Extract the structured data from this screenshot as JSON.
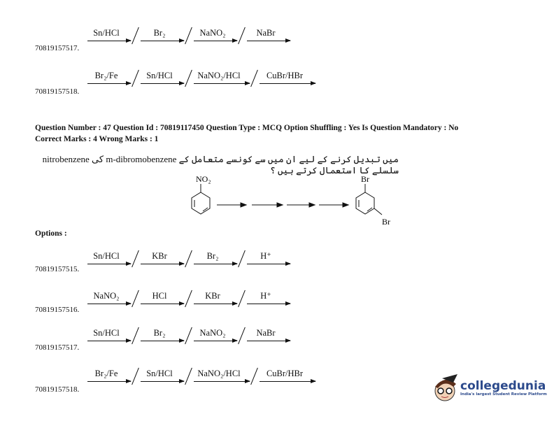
{
  "prev_options": [
    {
      "id": "70819157517.",
      "steps": [
        "Sn/HCl",
        "Br₂",
        "NaNO₂",
        "NaBr"
      ]
    },
    {
      "id": "70819157518.",
      "steps": [
        "Br₂/Fe",
        "Sn/HCl",
        "NaNO₂/HCl",
        "CuBr/HBr"
      ]
    }
  ],
  "question": {
    "header_line1": "Question Number : 47 Question Id : 70819117450 Question Type : MCQ Option Shuffling : Yes Is Question Mandatory : No",
    "header_line2": "Correct Marks : 4 Wrong Marks : 1",
    "text": "nitrobenzene کی m-dibromobenzene میں تبدیل کرنے کے لیے ان میں سے کونسے متعامل کے سلسلے کا استعمال کرتے ہیں ؟",
    "figure": {
      "start_group": "NO₂",
      "end_group_top": "Br",
      "end_group_bottom": "Br"
    }
  },
  "options_label": "Options :",
  "options": [
    {
      "id": "70819157515.",
      "steps": [
        "Sn/HCl",
        "KBr",
        "Br₂",
        "H⁺"
      ]
    },
    {
      "id": "70819157516.",
      "steps": [
        "NaNO₂",
        "HCl",
        "KBr",
        "H⁺"
      ]
    },
    {
      "id": "70819157517.",
      "steps": [
        "Sn/HCl",
        "Br₂",
        "NaNO₂",
        "NaBr"
      ]
    },
    {
      "id": "70819157518.",
      "steps": [
        "Br₂/Fe",
        "Sn/HCl",
        "NaNO₂/HCl",
        "CuBr/HBr"
      ]
    }
  ],
  "logo": {
    "name": "collegedunia",
    "tagline": "India's largest Student Review Platform",
    "color": "#2c4a8c"
  }
}
